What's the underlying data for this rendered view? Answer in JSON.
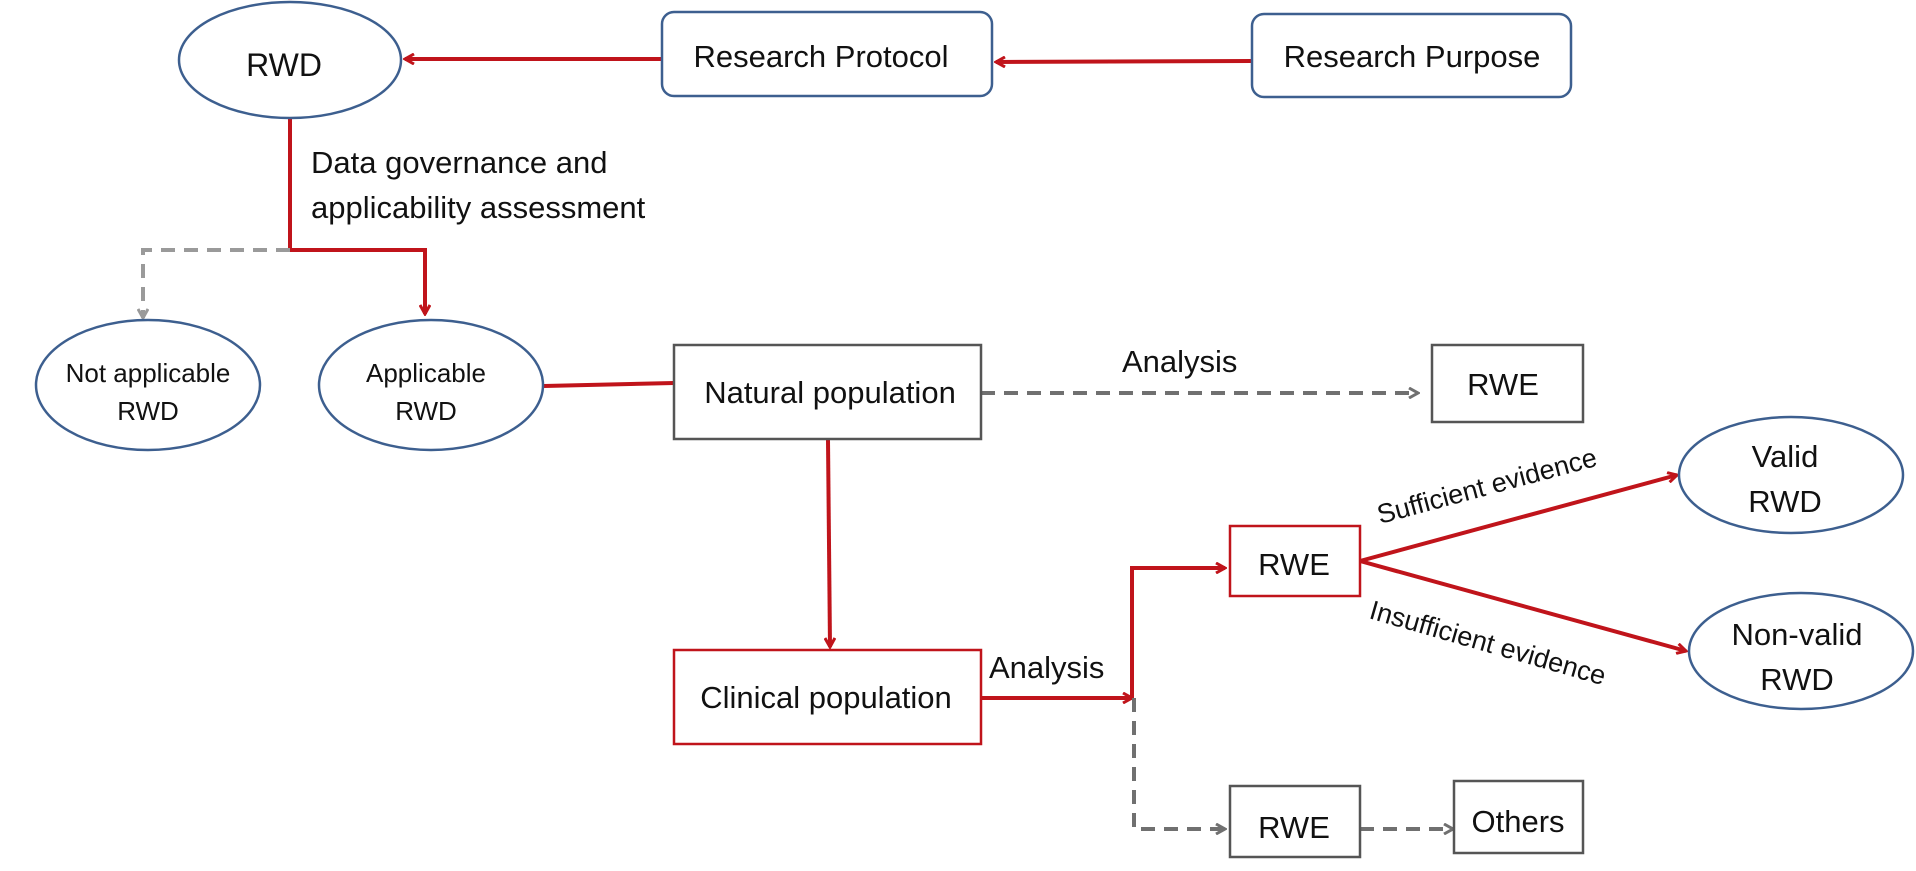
{
  "colors": {
    "red": "#C0141B",
    "gray": "#707070",
    "blue_border": "#3D5F8F",
    "box_border": "#555555",
    "text": "#111111"
  },
  "nodes": {
    "rwd": "RWD",
    "research_protocol": "Research Protocol",
    "research_purpose": "Research Purpose",
    "not_applicable_1": "Not applicable",
    "not_applicable_2": "RWD",
    "applicable_1": "Applicable",
    "applicable_2": "RWD",
    "natural_population": "Natural population",
    "rwe_top": "RWE",
    "clinical_population": "Clinical population",
    "rwe_middle": "RWE",
    "rwe_bottom": "RWE",
    "others": "Others",
    "valid_1": "Valid",
    "valid_2": "RWD",
    "non_valid_1": "Non-valid",
    "non_valid_2": "RWD"
  },
  "labels": {
    "governance_1": "Data governance and",
    "governance_2": "applicability assessment",
    "analysis_top": "Analysis",
    "analysis_bottom": "Analysis",
    "sufficient": "Sufficient evidence",
    "insufficient": "Insufficient evidence"
  }
}
